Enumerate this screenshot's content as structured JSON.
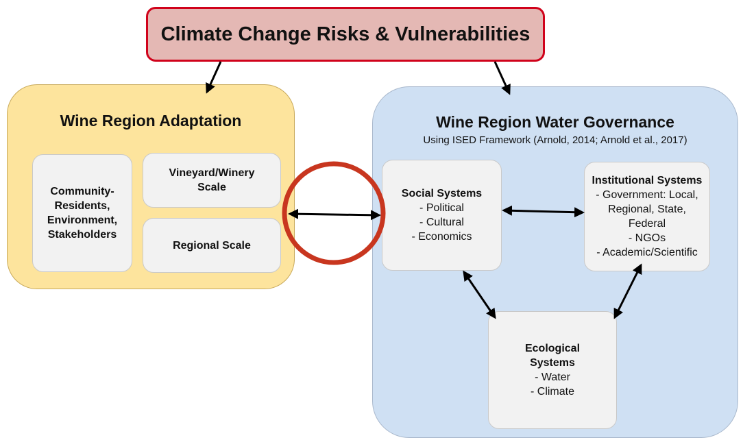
{
  "title": "Climate Change Risks & Vulnerabilities",
  "adaptation": {
    "heading": "Wine Region Adaptation",
    "community": [
      "Community-",
      "Residents,",
      "Environment,",
      "Stakeholders"
    ],
    "vineyard": [
      "Vineyard/Winery",
      "Scale"
    ],
    "regional": "Regional Scale"
  },
  "governance": {
    "heading": "Wine Region Water Governance",
    "subtitle": "Using ISED Framework (Arnold, 2014; Arnold et al., 2017)",
    "social": {
      "title": "Social Systems",
      "items": [
        "- Political",
        "- Cultural",
        "- Economics"
      ]
    },
    "institutional": {
      "title": "Institutional Systems",
      "items": [
        "- Government: Local,",
        "Regional, State,",
        "Federal",
        "- NGOs",
        "- Academic/Scientific"
      ]
    },
    "ecological": {
      "title": [
        "Ecological",
        "Systems"
      ],
      "items": [
        "- Water",
        "- Climate"
      ]
    }
  },
  "colors": {
    "title_fill": "#e4b8b4",
    "title_border": "#d0021b",
    "adaptation_fill": "#fde49d",
    "governance_fill": "#cfe0f3",
    "highlight_circle": "#c8361f"
  }
}
